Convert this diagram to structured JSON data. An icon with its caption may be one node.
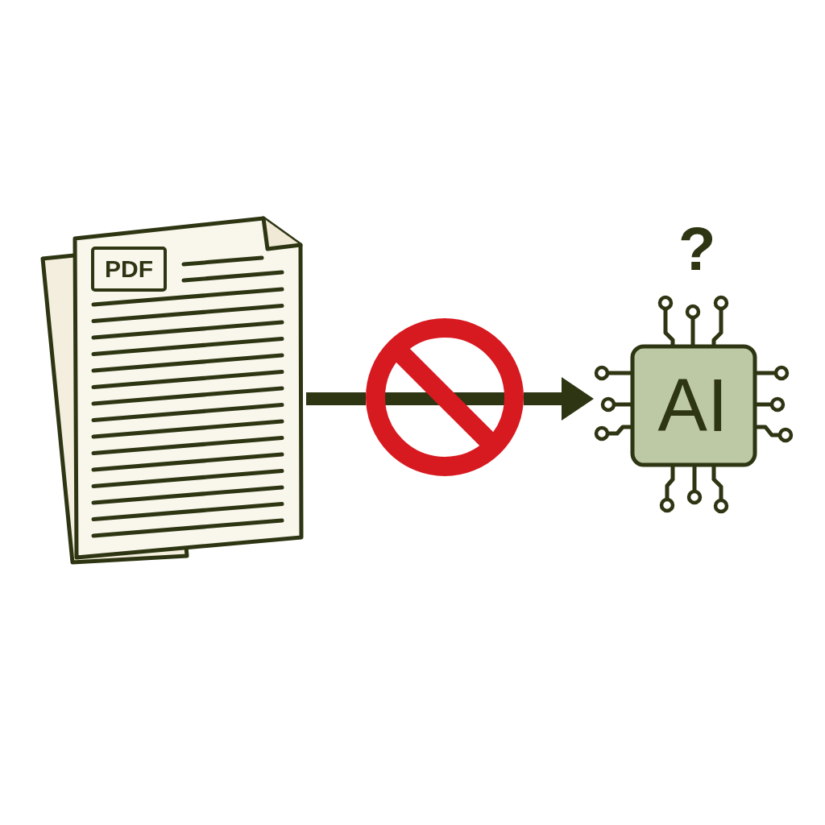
{
  "diagram": {
    "nodes": [
      {
        "text": [],
        "shape": "document"
      },
      {
        "text": [
          "PDF"
        ],
        "in": 0
      },
      {
        "text": [],
        "shape": "prohibition"
      },
      {
        "text": [
          "AI"
        ],
        "beside": [
          "?"
        ]
      }
    ],
    "edges": [
      {
        "from": 0,
        "to": 2,
        "arrow": "none"
      },
      {
        "from": 2,
        "to": 3,
        "arrow": "to"
      }
    ]
  }
}
